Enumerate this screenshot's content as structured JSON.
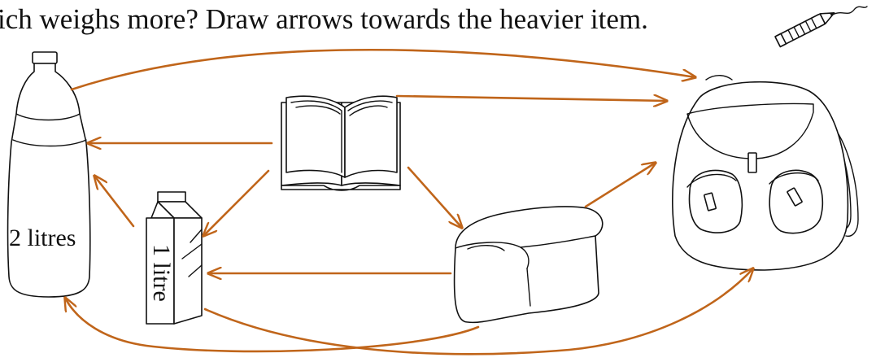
{
  "instruction": "ich weighs more?  Draw arrows towards the heavier item.",
  "items": {
    "bottle_label": "2 litres",
    "milk_label": "1 litre"
  },
  "colors": {
    "arrow": "#c0651a",
    "ink": "#111111"
  },
  "icons": [
    "pencil-icon",
    "bottle",
    "milk-carton",
    "book",
    "bread-loaf",
    "backpack"
  ]
}
